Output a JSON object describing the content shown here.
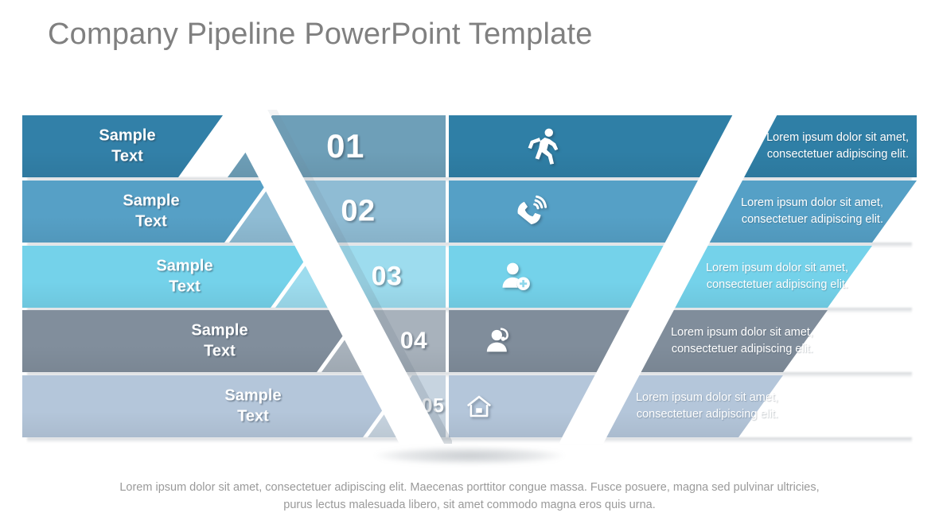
{
  "slide": {
    "title": "Company Pipeline PowerPoint Template",
    "title_color": "#808080",
    "background": "#ffffff",
    "caption": "Lorem ipsum dolor sit amet, consectetuer adipiscing elit. Maecenas porttitor congue massa. Fusce posuere, magna sed pulvinar ultricies,\npurus lectus malesuada libero, sit amet commodo magna eros quis urna."
  },
  "funnel": {
    "shape": "inverted-funnel",
    "row_count": 5,
    "rows": [
      {
        "number": "01",
        "label": "Sample\nText",
        "description": "Lorem ipsum dolor sit amet,\nconsectetuer adipiscing elit.",
        "icon": "running-person-icon",
        "color_left": "#3280a8",
        "color_mid": "#6e9fb8",
        "color_right": "#2f7fa6"
      },
      {
        "number": "02",
        "label": "Sample\nText",
        "description": "Lorem ipsum dolor sit amet,\nconsectetuer adipiscing elit.",
        "icon": "phone-ringing-icon",
        "color_left": "#56a0c6",
        "color_mid": "#8fbcd4",
        "color_right": "#55a0c6"
      },
      {
        "number": "03",
        "label": "Sample\nText",
        "description": "Lorem ipsum dolor sit amet,\nconsectetuer adipiscing elit.",
        "icon": "add-user-icon",
        "color_left": "#74d2ea",
        "color_mid": "#9ddcee",
        "color_right": "#74d2ea"
      },
      {
        "number": "04",
        "label": "Sample\nText",
        "description": "Lorem ipsum dolor sit amet,\nconsectetuer adipiscing elit.",
        "icon": "support-agent-icon",
        "color_left": "#818e9c",
        "color_mid": "#a8b2bc",
        "color_right": "#808d9b"
      },
      {
        "number": "05",
        "label": "Sample\nText",
        "description": "Lorem ipsum dolor sit amet,\nconsectetuer adipiscing elit.",
        "icon": "home-icon",
        "color_left": "#b4c6da",
        "color_mid": "#c7d4e0",
        "color_right": "#b4c6da"
      }
    ]
  }
}
